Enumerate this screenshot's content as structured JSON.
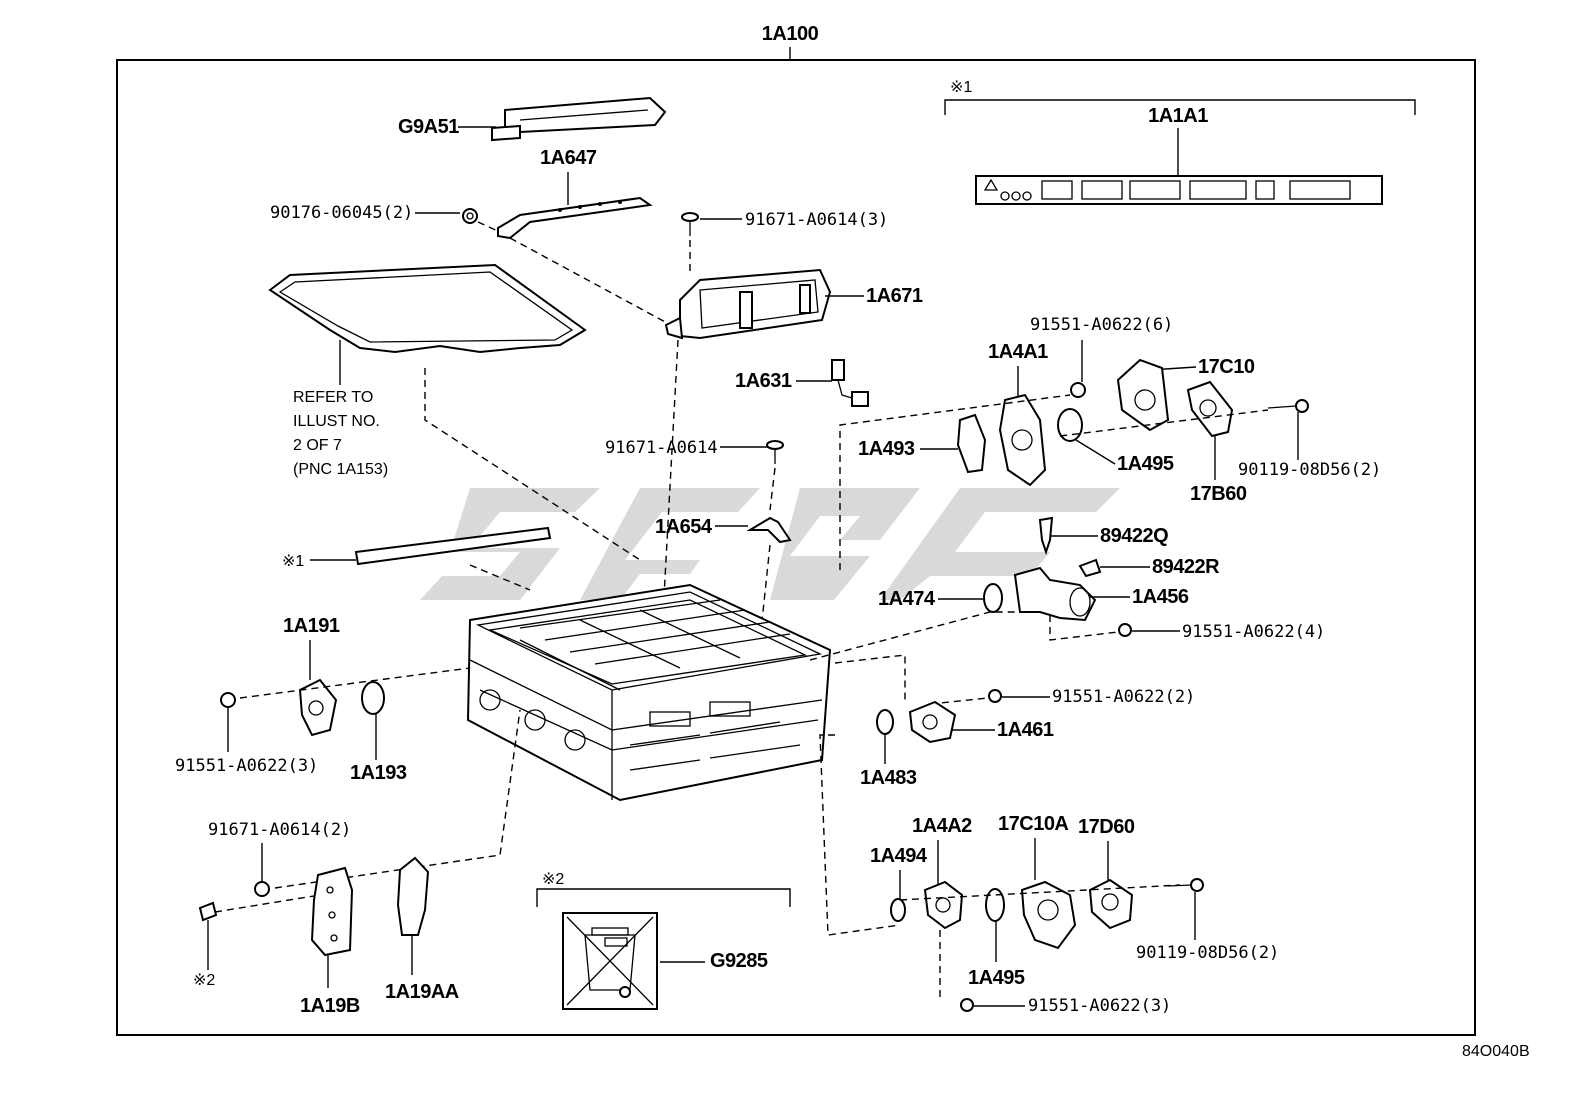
{
  "assembly_label": "1A100",
  "figure_code": "84O040B",
  "watermark_text": "SPGC",
  "notes": {
    "note1_symbol": "※1",
    "note2_symbol": "※2"
  },
  "refer_text": [
    "REFER TO",
    "ILLUST NO.",
    "2 OF 7",
    "(PNC 1A153)"
  ],
  "parts": {
    "g9a51": "G9A51",
    "p1a647": "1A647",
    "bolt_90176": "90176-06045(2)",
    "bolt_91671_3": "91671-A0614(3)",
    "p1a671": "1A671",
    "p1a1a1": "1A1A1",
    "bolt_91551_6": "91551-A0622(6)",
    "p1a4a1": "1A4A1",
    "p17c10": "17C10",
    "p1a631": "1A631",
    "p1a493": "1A493",
    "p1a495_top": "1A495",
    "bolt_90119_top": "90119-08D56(2)",
    "p17b60": "17B60",
    "bolt_91671_1": "91671-A0614",
    "p1a654": "1A654",
    "p89422q": "89422Q",
    "p89422r": "89422R",
    "p1a474": "1A474",
    "p1a456": "1A456",
    "bolt_91551_4": "91551-A0622(4)",
    "p1a191": "1A191",
    "bolt_91551_2": "91551-A0622(2)",
    "p1a461": "1A461",
    "bolt_91551_3_left": "91551-A0622(3)",
    "p1a193": "1A193",
    "p1a483": "1A483",
    "bolt_91671_2": "91671-A0614(2)",
    "p1a4a2": "1A4A2",
    "p17c10a": "17C10A",
    "p17d60": "17D60",
    "p1a494": "1A494",
    "g9285": "G9285",
    "bolt_90119_bottom": "90119-08D56(2)",
    "p1a495_bottom": "1A495",
    "p1a19b": "1A19B",
    "p1a19aa": "1A19AA",
    "bolt_91551_3_bottom": "91551-A0622(3)"
  }
}
